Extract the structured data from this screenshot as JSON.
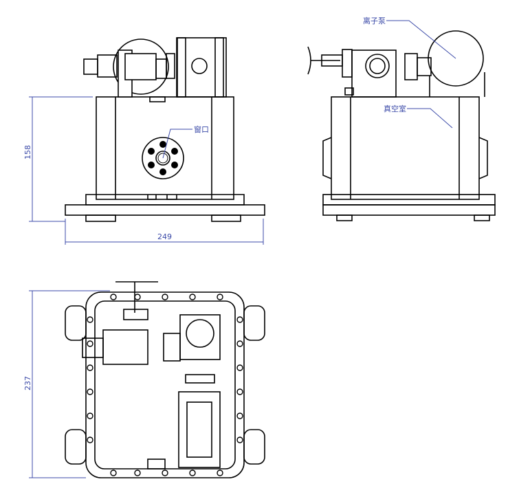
{
  "labels": {
    "ion_pump": "离子泵",
    "vacuum_chamber": "真空室",
    "window": "窗口"
  },
  "dimensions": {
    "front_height": "158",
    "front_width": "249",
    "top_depth": "237"
  },
  "colors": {
    "annotation": "#3b4aa8",
    "lines": "#000000"
  }
}
